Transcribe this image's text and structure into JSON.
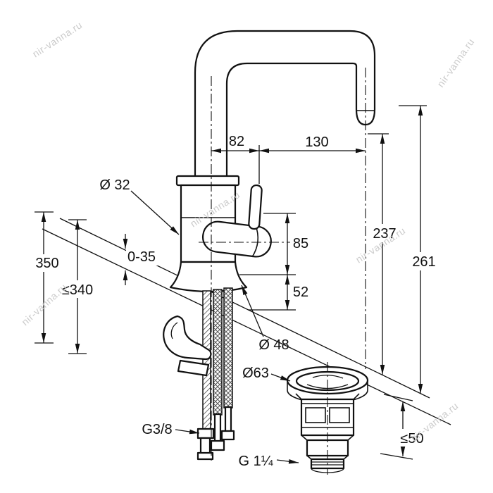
{
  "watermark": {
    "text": "nir-vanna.ru"
  },
  "colors": {
    "line": "#111111",
    "watermark": "#c6c6c6",
    "background": "#ffffff"
  },
  "labels": {
    "body_diameter": "Ø 32",
    "offset_82": "82",
    "reach_130": "130",
    "height_237": "237",
    "height_261": "261",
    "handle_85": "85",
    "body_52": "52",
    "deck_thickness": "0-35",
    "hose_350": "350",
    "hose_340": "≤340",
    "base_diameter": "Ø 48",
    "drain_diameter": "Ø63",
    "drain_height": "≤50",
    "inlet_thread": "G3/8",
    "drain_thread": "G 1¼"
  }
}
